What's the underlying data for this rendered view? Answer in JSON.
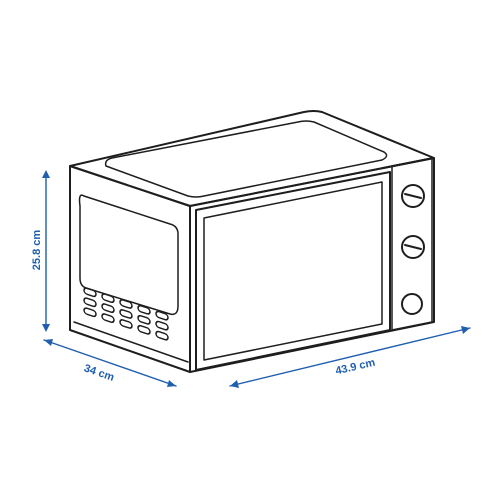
{
  "dimensions": {
    "height": {
      "text": "25.8 cm",
      "value": 25.8,
      "unit": "cm"
    },
    "depth": {
      "text": "34 cm",
      "value": 34,
      "unit": "cm"
    },
    "width": {
      "text": "43.9 cm",
      "value": 43.9,
      "unit": "cm"
    }
  },
  "colors": {
    "outline": "#1e1e1e",
    "dimension": "#1f5fae"
  }
}
